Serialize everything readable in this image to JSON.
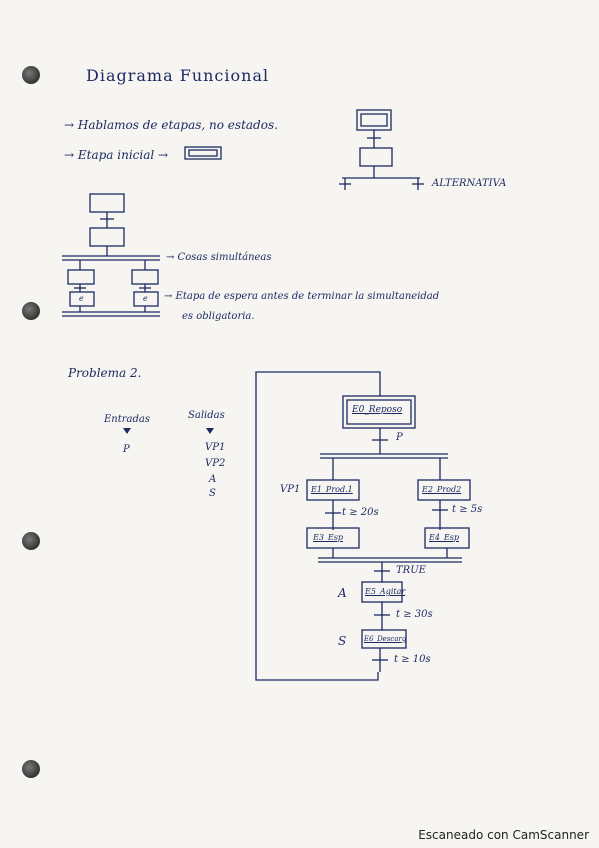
{
  "title": "Diagrama Funcional",
  "notes": {
    "line1": "→ Hablamos de etapas, no estados.",
    "line2": "→ Etapa inicial →",
    "alternativa": "ALTERNATIVA",
    "simultaneas": "→ Cosas simultáneas",
    "espera1": "→ Etapa de espera antes de terminar la simultaneidad",
    "espera2": "es obligatoria.",
    "e_label": "e"
  },
  "problem": {
    "title": "Problema 2.",
    "entradas_header": "Entradas",
    "salidas_header": "Salidas",
    "entradas": [
      "P"
    ],
    "salidas": [
      "VP1",
      "VP2",
      "A",
      "S"
    ]
  },
  "grafcet": {
    "e0": "E0_Reposo",
    "t_p": "P",
    "vp1": "VP1",
    "e1": "E1_Prod.1",
    "e2": "E2_Prod2",
    "t_20": "t ≥ 20s",
    "t_5": "t ≥ 5s",
    "e3": "E3_Esp",
    "e4": "E4_Esp",
    "t_true": "TRUE",
    "a": "A",
    "e5": "E5_Agitar",
    "t_30": "t ≥ 30s",
    "s": "S",
    "e6": "E6_Descarg",
    "t_10": "t ≥ 10s"
  },
  "footer": "Escaneado con CamScanner"
}
